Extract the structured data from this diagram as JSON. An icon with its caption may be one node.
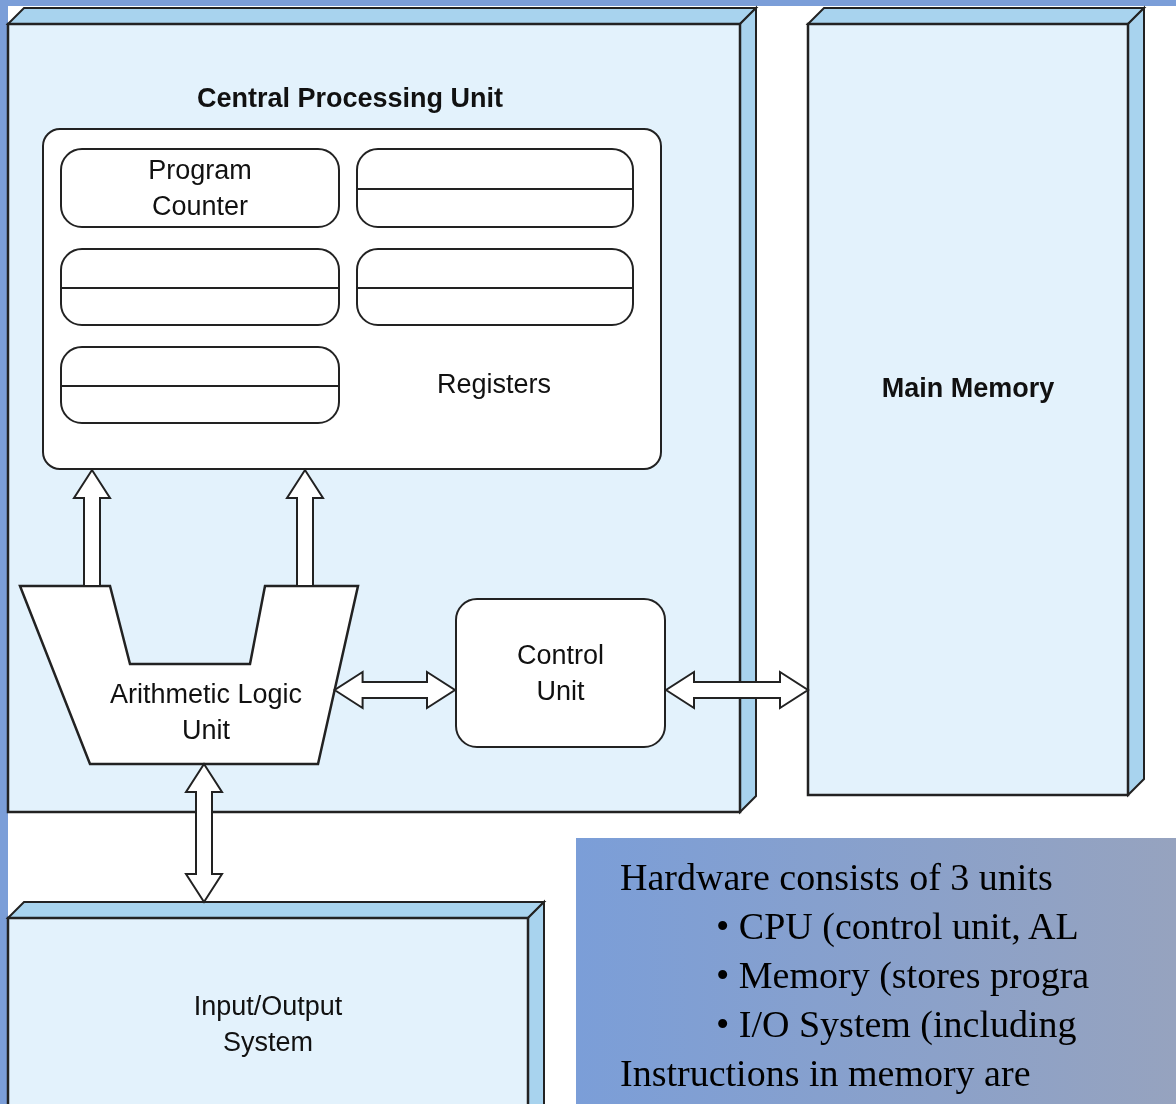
{
  "diagram": {
    "nodes": [
      {
        "text": [
          "Central Processing Unit"
        ]
      },
      {
        "text": [
          "Registers"
        ],
        "in": 0
      },
      {
        "text": [
          "Program Counter"
        ],
        "in": 1
      },
      {
        "text": [],
        "shape": "box",
        "in": 1
      },
      {
        "text": [],
        "shape": "box",
        "in": 1
      },
      {
        "text": [],
        "shape": "box",
        "in": 1
      },
      {
        "text": [],
        "shape": "box",
        "in": 1
      },
      {
        "text": [
          "Arithmetic Logic Unit"
        ],
        "in": 0
      },
      {
        "text": [
          "Control Unit"
        ],
        "in": 0
      },
      {
        "text": [
          "Main Memory"
        ]
      },
      {
        "text": [
          "Input/Output System"
        ]
      }
    ],
    "edges": [
      {
        "from": 7,
        "to": 1,
        "arrow": "to"
      },
      {
        "from": 7,
        "to": 1,
        "arrow": "to"
      },
      {
        "from": 7,
        "to": 8,
        "arrow": "both"
      },
      {
        "from": 8,
        "to": 9,
        "arrow": "both"
      },
      {
        "from": 7,
        "to": 10,
        "arrow": "both"
      }
    ],
    "labels": [
      "Hardware consists of 3 units",
      "• CPU (control unit, AL",
      "• Memory (stores progra",
      "• I/O System (including",
      "Instructions in memory are"
    ]
  }
}
